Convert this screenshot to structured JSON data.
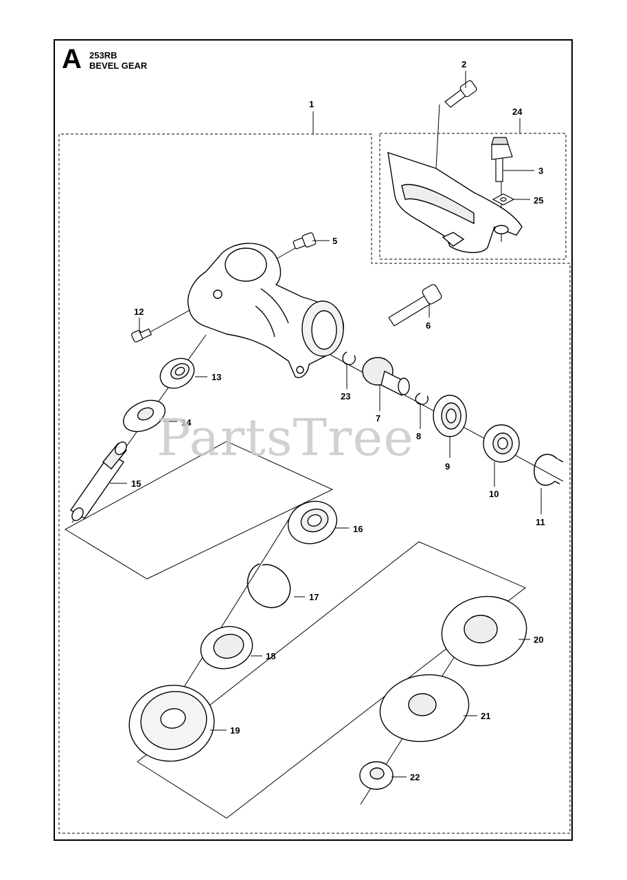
{
  "header": {
    "section_letter": "A",
    "model": "253RB",
    "title": "BEVEL GEAR"
  },
  "watermark": "PartsTree",
  "callouts": [
    "1",
    "2",
    "3",
    "5",
    "6",
    "7",
    "8",
    "9",
    "10",
    "11",
    "12",
    "13",
    "14",
    "15",
    "16",
    "17",
    "18",
    "19",
    "20",
    "21",
    "22",
    "23",
    "24",
    "25"
  ],
  "icons": [
    "bevel-gear-housing",
    "screw",
    "bearing",
    "washer",
    "shaft",
    "circlip",
    "gear",
    "seal",
    "thrust-washer",
    "nut",
    "guard-bracket"
  ]
}
